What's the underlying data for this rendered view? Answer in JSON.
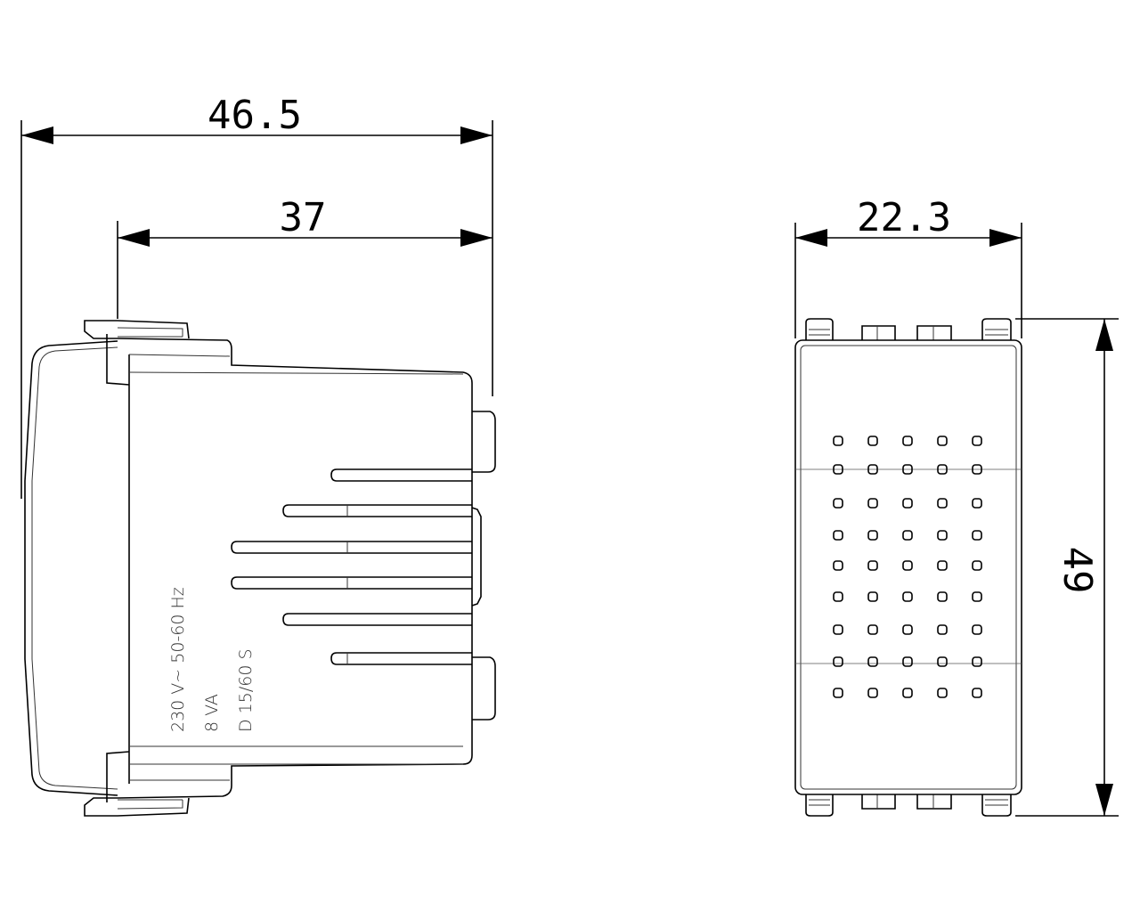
{
  "side_view": {
    "dimensions": {
      "overall_depth": "46.5",
      "body_depth": "37"
    },
    "label_lines": [
      "230 V~ 50-60 Hz",
      "8 VA",
      "D 15/60 S"
    ]
  },
  "front_view": {
    "dimensions": {
      "width": "22.3",
      "height": "49"
    },
    "grille": {
      "columns": 5,
      "rows": 9
    }
  }
}
